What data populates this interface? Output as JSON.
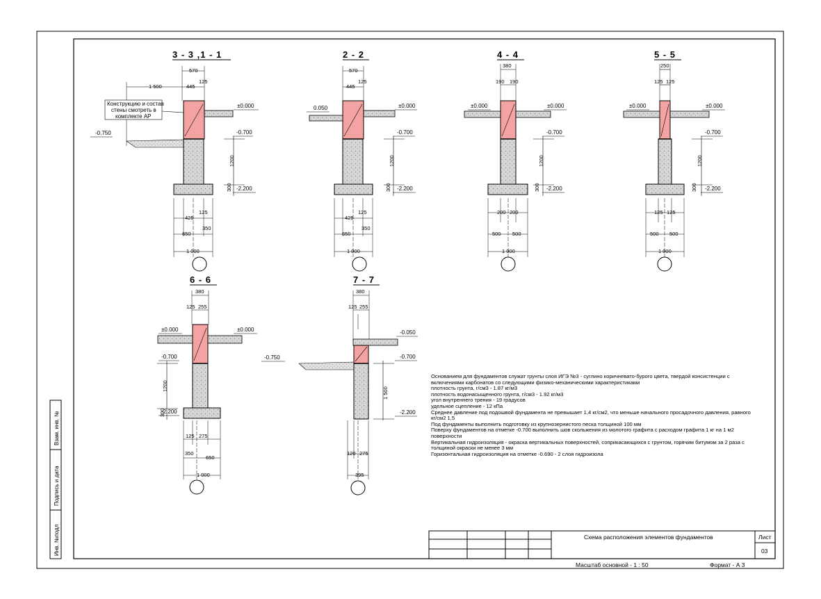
{
  "sections": [
    {
      "id": "s31",
      "title": "3 - 3 ,1 - 1",
      "top_dims": [
        "570",
        "445",
        "125",
        "1 500"
      ],
      "bottom_dims": [
        "425",
        "125",
        "650",
        "350",
        "1 000"
      ],
      "levels": [
        "±0.000",
        "-0.700",
        "-2.200",
        "-0.750"
      ],
      "heights": [
        "1200",
        "300"
      ],
      "note": [
        "Конструкцию и состав",
        "стены смотреть в",
        "комплекте АР"
      ]
    },
    {
      "id": "s22",
      "title": "2 - 2",
      "top_dims": [
        "570",
        "445",
        "125"
      ],
      "bottom_dims": [
        "425",
        "125",
        "650",
        "350",
        "1 000"
      ],
      "levels": [
        "0.050",
        "±0.000",
        "-0.700",
        "-2.200"
      ],
      "heights": [
        "1200",
        "300"
      ]
    },
    {
      "id": "s44",
      "title": "4 - 4",
      "top_dims": [
        "380",
        "190",
        "190"
      ],
      "bottom_dims": [
        "200",
        "200",
        "500",
        "500",
        "1 000"
      ],
      "levels": [
        "±0.000",
        "±0.000",
        "-0.700",
        "-2.200"
      ],
      "heights": [
        "1200",
        "300"
      ]
    },
    {
      "id": "s55",
      "title": "5 - 5",
      "top_dims": [
        "250",
        "125",
        "125"
      ],
      "bottom_dims": [
        "125",
        "125",
        "500",
        "500",
        "1 000"
      ],
      "levels": [
        "±0.000",
        "±0.000",
        "-0.700",
        "-2.200"
      ],
      "heights": [
        "1200",
        "300"
      ]
    },
    {
      "id": "s66",
      "title": "6 - 6",
      "top_dims": [
        "380",
        "125",
        "255"
      ],
      "bottom_dims": [
        "125",
        "275",
        "350",
        "650",
        "1 000"
      ],
      "levels": [
        "±0.000",
        "±0.000",
        "-0.700",
        "-2.200"
      ],
      "heights": [
        "1200",
        "300"
      ]
    },
    {
      "id": "s77",
      "title": "7 - 7",
      "top_dims": [
        "380",
        "125",
        "255"
      ],
      "bottom_dims": [
        "120",
        "275",
        "395"
      ],
      "levels": [
        "-0.050",
        "-0.750",
        "-0.700",
        "-2.200"
      ],
      "heights": [
        "1 500"
      ]
    }
  ],
  "notes": [
    "Основанием для фундаментов служат грунты слоя ИГЭ №3 - суглино коричневато-бурого цвета, твердой консистенции с",
    "включениями карбонатов со следующими физико-механическими характеристиками",
    "плотность грунта, г/см3 - 1.87 кг/м3",
    "плотность водонасыщенного грунта, г/см3 - 1.92 кг/м3",
    "угол внутреннего трения - 19 градусов",
    "удельное сцепление - 12 кПа",
    "Среднее давление под подошвой фундамента не превышает 1,4 кг/см2, что меньше начального просадочного давления, равного",
    "кг/см2 1,5",
    "Под фундаменты выполнить подготовку из крупнозернистого песка толщиной 100 мм",
    "Поверху фундаментов на отметке -0.700 выполнить шов скольжения из молотого графита с расходом графита 1 кг на 1 м2",
    "поверхности",
    "Вертикальная гидроизоляция - окраска вертикальных поверхностей, соприкасающихся с грунтом, горячим битумом за 2 раза с",
    "толщиной окраски не менее 3 мм",
    "Горизонтальная гидроизоляция на отметке -0.690 - 2 слоя гидроизола"
  ],
  "side_stamp": [
    "Инв. №подл",
    "Подпись и дата",
    "Взам. инв. №"
  ],
  "title_block": {
    "title": "Схема расположения элементов фундаментов",
    "sheet_label": "Лист",
    "sheet_number": "03",
    "scale": "Масштаб основной - 1 : 50",
    "format": "Формат - А 3"
  },
  "colors": {
    "wall": "#f4a3a3",
    "concrete": "#d4d4d4",
    "line": "#000000"
  }
}
